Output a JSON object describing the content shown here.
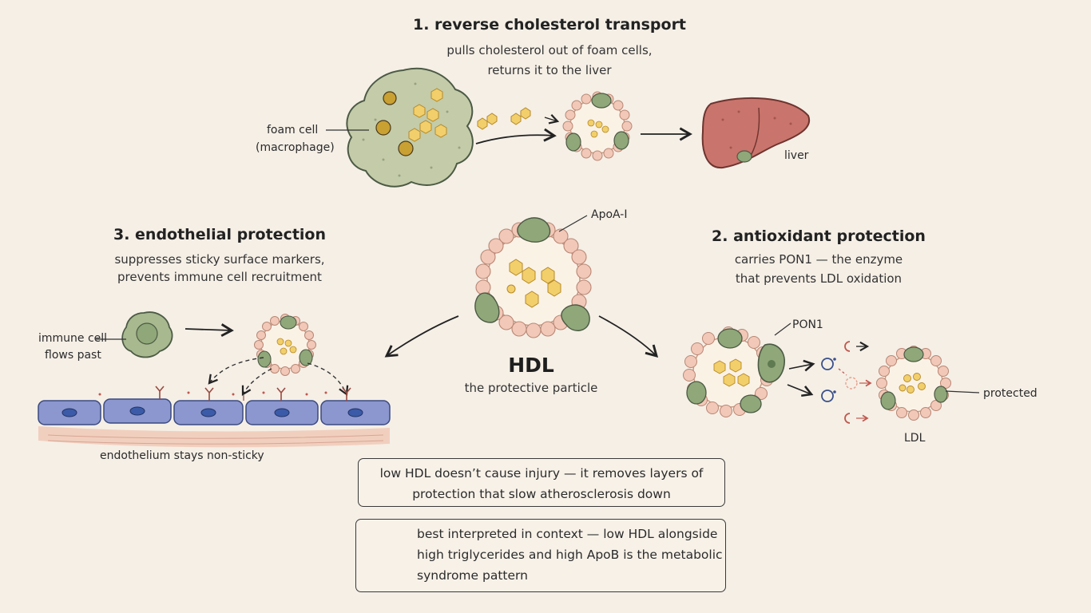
{
  "section1": {
    "title": "1. reverse cholesterol transport",
    "line1": "pulls cholesterol out of foam cells,",
    "line2": "returns it to the liver",
    "foam_label_1": "foam cell",
    "foam_label_2": "(macrophage)",
    "liver_label": "liver"
  },
  "section2": {
    "title": "2. antioxidant protection",
    "line1": "carries PON1 — the enzyme",
    "line2": "that prevents LDL oxidation",
    "pon1_label": "PON1",
    "protected_label": "protected",
    "ldl_label": "LDL"
  },
  "section3": {
    "title": "3. endothelial protection",
    "line1": "suppresses sticky surface markers,",
    "line2": "prevents immune cell recruitment",
    "immune_label_1": "immune cell",
    "immune_label_2": "flows past",
    "endothelium_label": "endothelium stays non-sticky"
  },
  "center": {
    "apoa_label": "ApoA-I",
    "hdl_title": "HDL",
    "hdl_sub": "the protective particle"
  },
  "box1": {
    "line1": "low HDL doesn’t cause injury — it removes layers of",
    "line2": "protection that slow atherosclerosis down"
  },
  "box2": {
    "line1": "best interpreted in context — low HDL alongside",
    "line2": "high triglycerides and high ApoB is the metabolic",
    "line3": "syndrome pattern"
  },
  "icons": [
    "foam-cell-icon",
    "cholesterol-molecule-icon",
    "hdl-particle-icon",
    "liver-icon",
    "immune-cell-icon",
    "endothelial-cell-icon",
    "adhesion-receptor-icon",
    "free-radical-icon",
    "ldl-particle-icon",
    "shield-icon"
  ],
  "colors": {
    "background": "#f5efe6",
    "phospholipid_head": "#f2c8b8",
    "apoa_protein": "#8fa779",
    "cholesterol": "#f2cf6a",
    "foam_cell": "#c3cba9",
    "liver": "#c9746c",
    "endothelium": "#8c97cf",
    "radical_blue": "#3a4f8a",
    "radical_red": "#c0574d"
  }
}
